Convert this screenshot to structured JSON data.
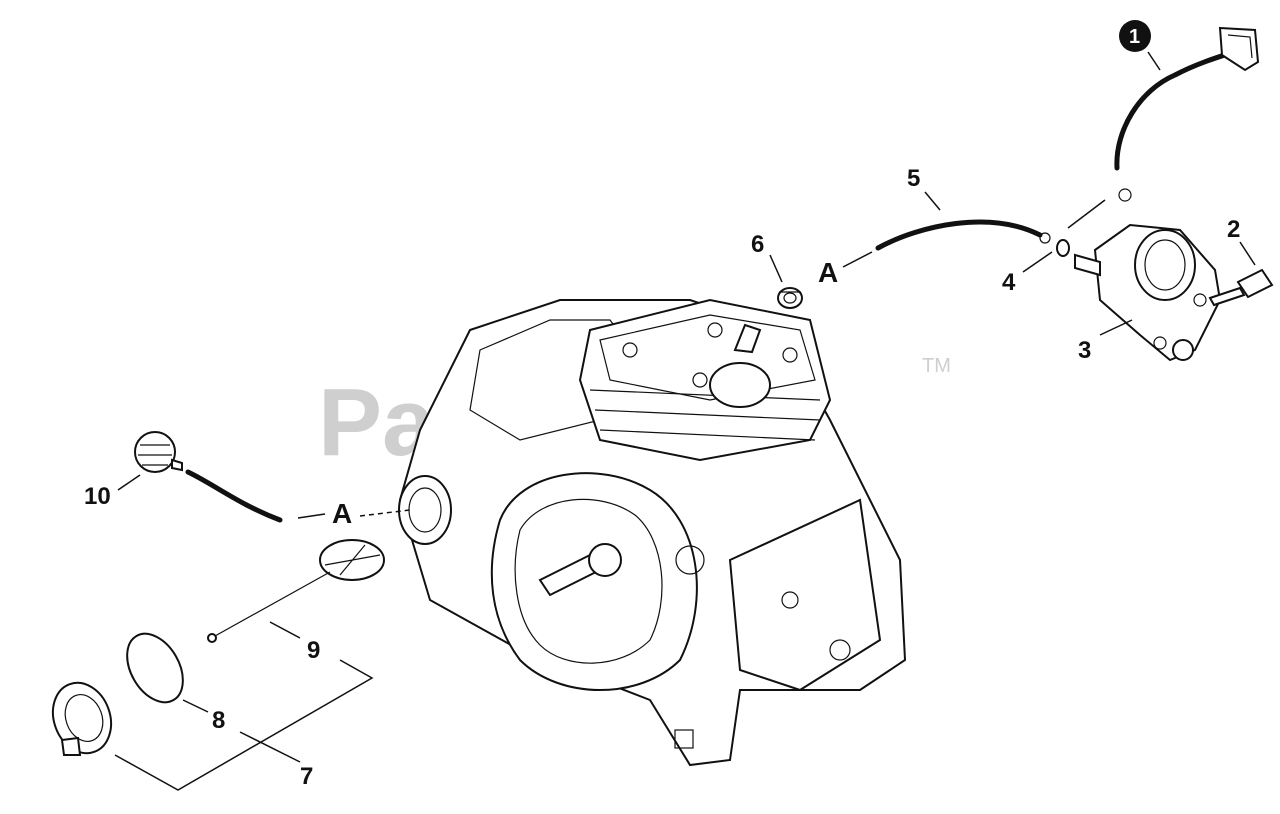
{
  "watermark": {
    "text": "PartsTree",
    "tm": "TM"
  },
  "reference_label": "A",
  "callouts": [
    {
      "id": "1",
      "style": "badge"
    },
    {
      "id": "2"
    },
    {
      "id": "3"
    },
    {
      "id": "4"
    },
    {
      "id": "5"
    },
    {
      "id": "6"
    },
    {
      "id": "7"
    },
    {
      "id": "8"
    },
    {
      "id": "9"
    },
    {
      "id": "10"
    }
  ],
  "colors": {
    "line": "#111111",
    "watermark": "#cfcfcf",
    "background": "#ffffff"
  }
}
